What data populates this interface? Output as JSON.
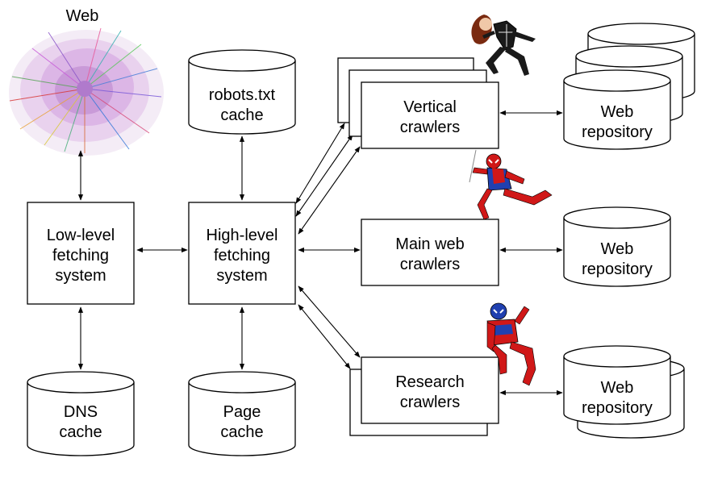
{
  "web": {
    "label": "Web"
  },
  "nodes": {
    "low_level": {
      "line1": "Low-level",
      "line2": "fetching",
      "line3": "system"
    },
    "high_level": {
      "line1": "High-level",
      "line2": "fetching",
      "line3": "system"
    },
    "robots_cache": {
      "line1": "robots.txt",
      "line2": "cache"
    },
    "dns_cache": {
      "line1": "DNS",
      "line2": "cache"
    },
    "page_cache": {
      "line1": "Page",
      "line2": "cache"
    },
    "vertical": {
      "line1": "Vertical",
      "line2": "crawlers"
    },
    "main": {
      "line1": "Main web",
      "line2": "crawlers"
    },
    "research": {
      "line1": "Research",
      "line2": "crawlers"
    },
    "repo_vertical": {
      "line1": "Web",
      "line2": "repository"
    },
    "repo_main": {
      "line1": "Web",
      "line2": "repository"
    },
    "repo_research": {
      "line1": "Web",
      "line2": "repository"
    }
  },
  "figures": {
    "vertical": "spider-woman-figure",
    "main": "spider-man-figure",
    "research": "scarlet-spider-figure"
  }
}
